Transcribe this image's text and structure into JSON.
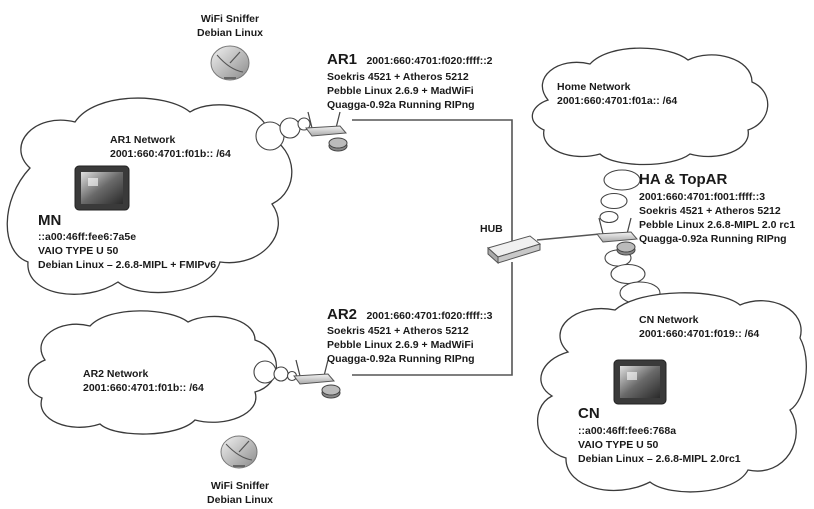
{
  "sniffer_top": {
    "line1": "WiFi Sniffer",
    "line2": "Debian Linux"
  },
  "sniffer_bottom": {
    "line1": "WiFi Sniffer",
    "line2": "Debian Linux"
  },
  "ar1": {
    "name": "AR1",
    "address": "2001:660:4701:f020:ffff::2",
    "hardware": "Soekris 4521 + Atheros 5212",
    "os": "Pebble Linux 2.6.9 + MadWiFi",
    "routing": "Quagga-0.92a Running RIPng"
  },
  "ar2": {
    "name": "AR2",
    "address": "2001:660:4701:f020:ffff::3",
    "hardware": "Soekris 4521 + Atheros 5212",
    "os": "Pebble Linux 2.6.9 + MadWiFi",
    "routing": "Quagga-0.92a Running RIPng"
  },
  "ar1_network": {
    "label": "AR1 Network",
    "prefix": "2001:660:4701:f01b:: /64"
  },
  "ar2_network": {
    "label": "AR2 Network",
    "prefix": "2001:660:4701:f01b:: /64"
  },
  "home_network": {
    "label": "Home Network",
    "prefix": "2001:660:4701:f01a:: /64"
  },
  "cn_network": {
    "label": "CN Network",
    "prefix": "2001:660:4701:f019:: /64"
  },
  "mn": {
    "name": "MN",
    "address": "::a00:46ff:fee6:7a5e",
    "model": "VAIO TYPE U 50",
    "os": "Debian Linux – 2.6.8-MIPL + FMIPv6"
  },
  "cn": {
    "name": "CN",
    "address": "::a00:46ff:fee6:768a",
    "model": "VAIO TYPE U 50",
    "os": "Debian Linux – 2.6.8-MIPL 2.0rc1"
  },
  "ha": {
    "name": "HA & TopAR",
    "address": "2001:660:4701:f001:ffff::3",
    "hardware": "Soekris 4521 + Atheros 5212",
    "os": "Pebble Linux 2.6.8-MIPL 2.0 rc1",
    "routing": "Quagga-0.92a Running RIPng"
  },
  "hub": {
    "label": "HUB"
  }
}
